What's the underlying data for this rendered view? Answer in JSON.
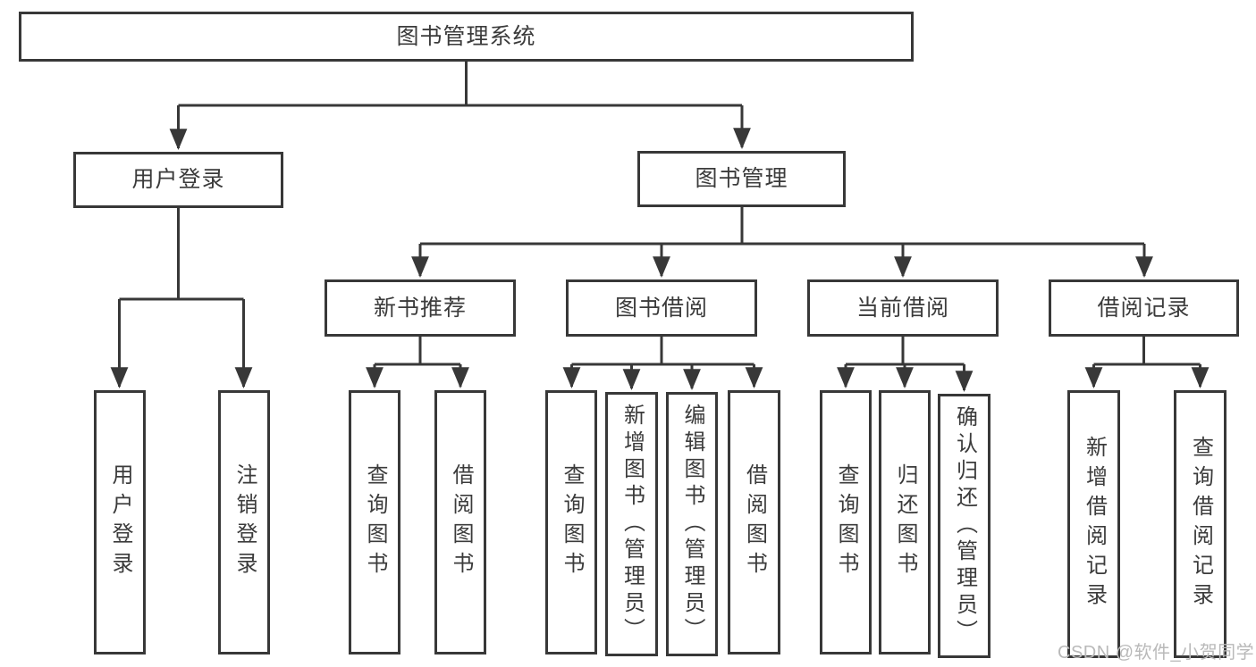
{
  "diagram": {
    "title": "图书管理系统",
    "colors": {
      "line": "#383838",
      "text": "#3b3b3b",
      "background": "#ffffff",
      "watermark": "#b9b9b9"
    },
    "nodes": {
      "root": {
        "label": "图书管理系统"
      },
      "user_login": {
        "label": "用户登录"
      },
      "book_mgmt": {
        "label": "图书管理"
      },
      "new_book_rec": {
        "label": "新书推荐"
      },
      "book_borrow": {
        "label": "图书借阅"
      },
      "current_borrow": {
        "label": "当前借阅"
      },
      "borrow_records": {
        "label": "借阅记录"
      },
      "leaf_user_login": {
        "label": "用户登录"
      },
      "leaf_logout": {
        "label": "注销登录"
      },
      "leaf_nbr_query": {
        "label": "查询图书"
      },
      "leaf_nbr_borrow": {
        "label": "借阅图书"
      },
      "leaf_bb_query": {
        "label": "查询图书"
      },
      "leaf_bb_add": {
        "label": "新增图书（管理员）"
      },
      "leaf_bb_edit": {
        "label": "编辑图书（管理员）"
      },
      "leaf_bb_borrow": {
        "label": "借阅图书"
      },
      "leaf_cb_query": {
        "label": "查询图书"
      },
      "leaf_cb_return": {
        "label": "归还图书"
      },
      "leaf_cb_confirm": {
        "label": "确认归还（管理员）"
      },
      "leaf_br_add": {
        "label": "新增借阅记录"
      },
      "leaf_br_query": {
        "label": "查询借阅记录"
      }
    },
    "hierarchy": {
      "root": [
        "user_login",
        "book_mgmt"
      ],
      "user_login": [
        "leaf_user_login",
        "leaf_logout"
      ],
      "book_mgmt": [
        "new_book_rec",
        "book_borrow",
        "current_borrow",
        "borrow_records"
      ],
      "new_book_rec": [
        "leaf_nbr_query",
        "leaf_nbr_borrow"
      ],
      "book_borrow": [
        "leaf_bb_query",
        "leaf_bb_add",
        "leaf_bb_edit",
        "leaf_bb_borrow"
      ],
      "current_borrow": [
        "leaf_cb_query",
        "leaf_cb_return",
        "leaf_cb_confirm"
      ],
      "borrow_records": [
        "leaf_br_add",
        "leaf_br_query"
      ]
    },
    "watermark": "CSDN @软件_小贺同学"
  }
}
